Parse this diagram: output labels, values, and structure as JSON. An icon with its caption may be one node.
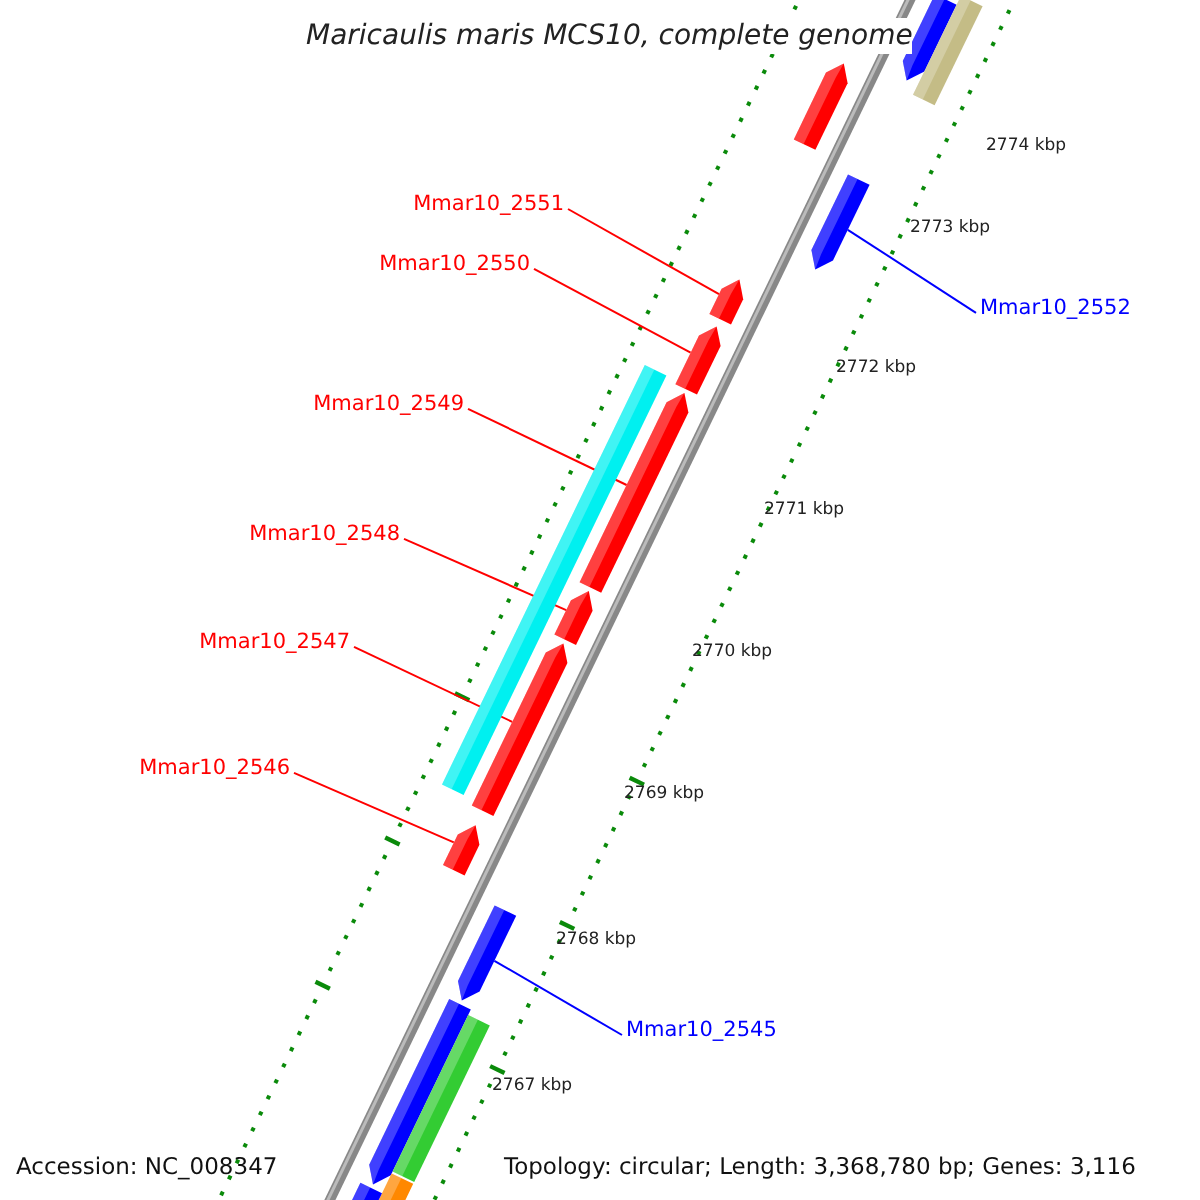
{
  "diagram": {
    "title": "Maricaulis maris MCS10, complete genome",
    "nodes": [
      {
        "text": [
          "Mmar10_2551"
        ]
      },
      {
        "text": [
          "Mmar10_2550"
        ]
      },
      {
        "text": [
          "Mmar10_2552"
        ]
      },
      {
        "text": [
          "Mmar10_2549"
        ]
      },
      {
        "text": [
          "Mmar10_2548"
        ]
      },
      {
        "text": [
          "Mmar10_2547"
        ]
      },
      {
        "text": [
          "Mmar10_2546"
        ]
      },
      {
        "text": [
          "Mmar10_2545"
        ]
      },
      {
        "text": [],
        "shape": "arrow"
      },
      {
        "text": [],
        "shape": "box"
      },
      {
        "text": [],
        "shape": "arrow"
      },
      {
        "text": [],
        "shape": "arrow"
      },
      {
        "text": [],
        "shape": "arrow"
      },
      {
        "text": [],
        "shape": "arrow"
      },
      {
        "text": [],
        "shape": "box"
      },
      {
        "text": [],
        "shape": "arrow"
      },
      {
        "text": [],
        "shape": "arrow"
      },
      {
        "text": [],
        "shape": "arrow"
      },
      {
        "text": [],
        "shape": "arrow"
      },
      {
        "text": [],
        "shape": "arrow"
      },
      {
        "text": [],
        "shape": "arrow"
      },
      {
        "text": [],
        "shape": "box"
      },
      {
        "text": [],
        "shape": "box"
      },
      {
        "text": [],
        "shape": "arrow"
      }
    ],
    "edges": [
      {
        "from": 0,
        "to": 12,
        "arrow": "none"
      },
      {
        "from": 1,
        "to": 13,
        "arrow": "none"
      },
      {
        "from": 2,
        "to": 11,
        "arrow": "none",
        "color": "#0000ff"
      },
      {
        "from": 3,
        "to": 15,
        "arrow": "none"
      },
      {
        "from": 4,
        "to": 16,
        "arrow": "none"
      },
      {
        "from": 5,
        "to": 17,
        "arrow": "none"
      },
      {
        "from": 6,
        "to": 18,
        "arrow": "none"
      },
      {
        "from": 7,
        "to": 19,
        "arrow": "none",
        "color": "#0000ff"
      }
    ],
    "labels": [
      "2774 kbp",
      "2773 kbp",
      "2772 kbp",
      "2771 kbp",
      "2770 kbp",
      "2769 kbp",
      "2768 kbp",
      "2767 kbp",
      "Accession: NC_008347",
      "Topology: circular; Length: 3,368,780 bp; Genes: 3,116"
    ]
  }
}
